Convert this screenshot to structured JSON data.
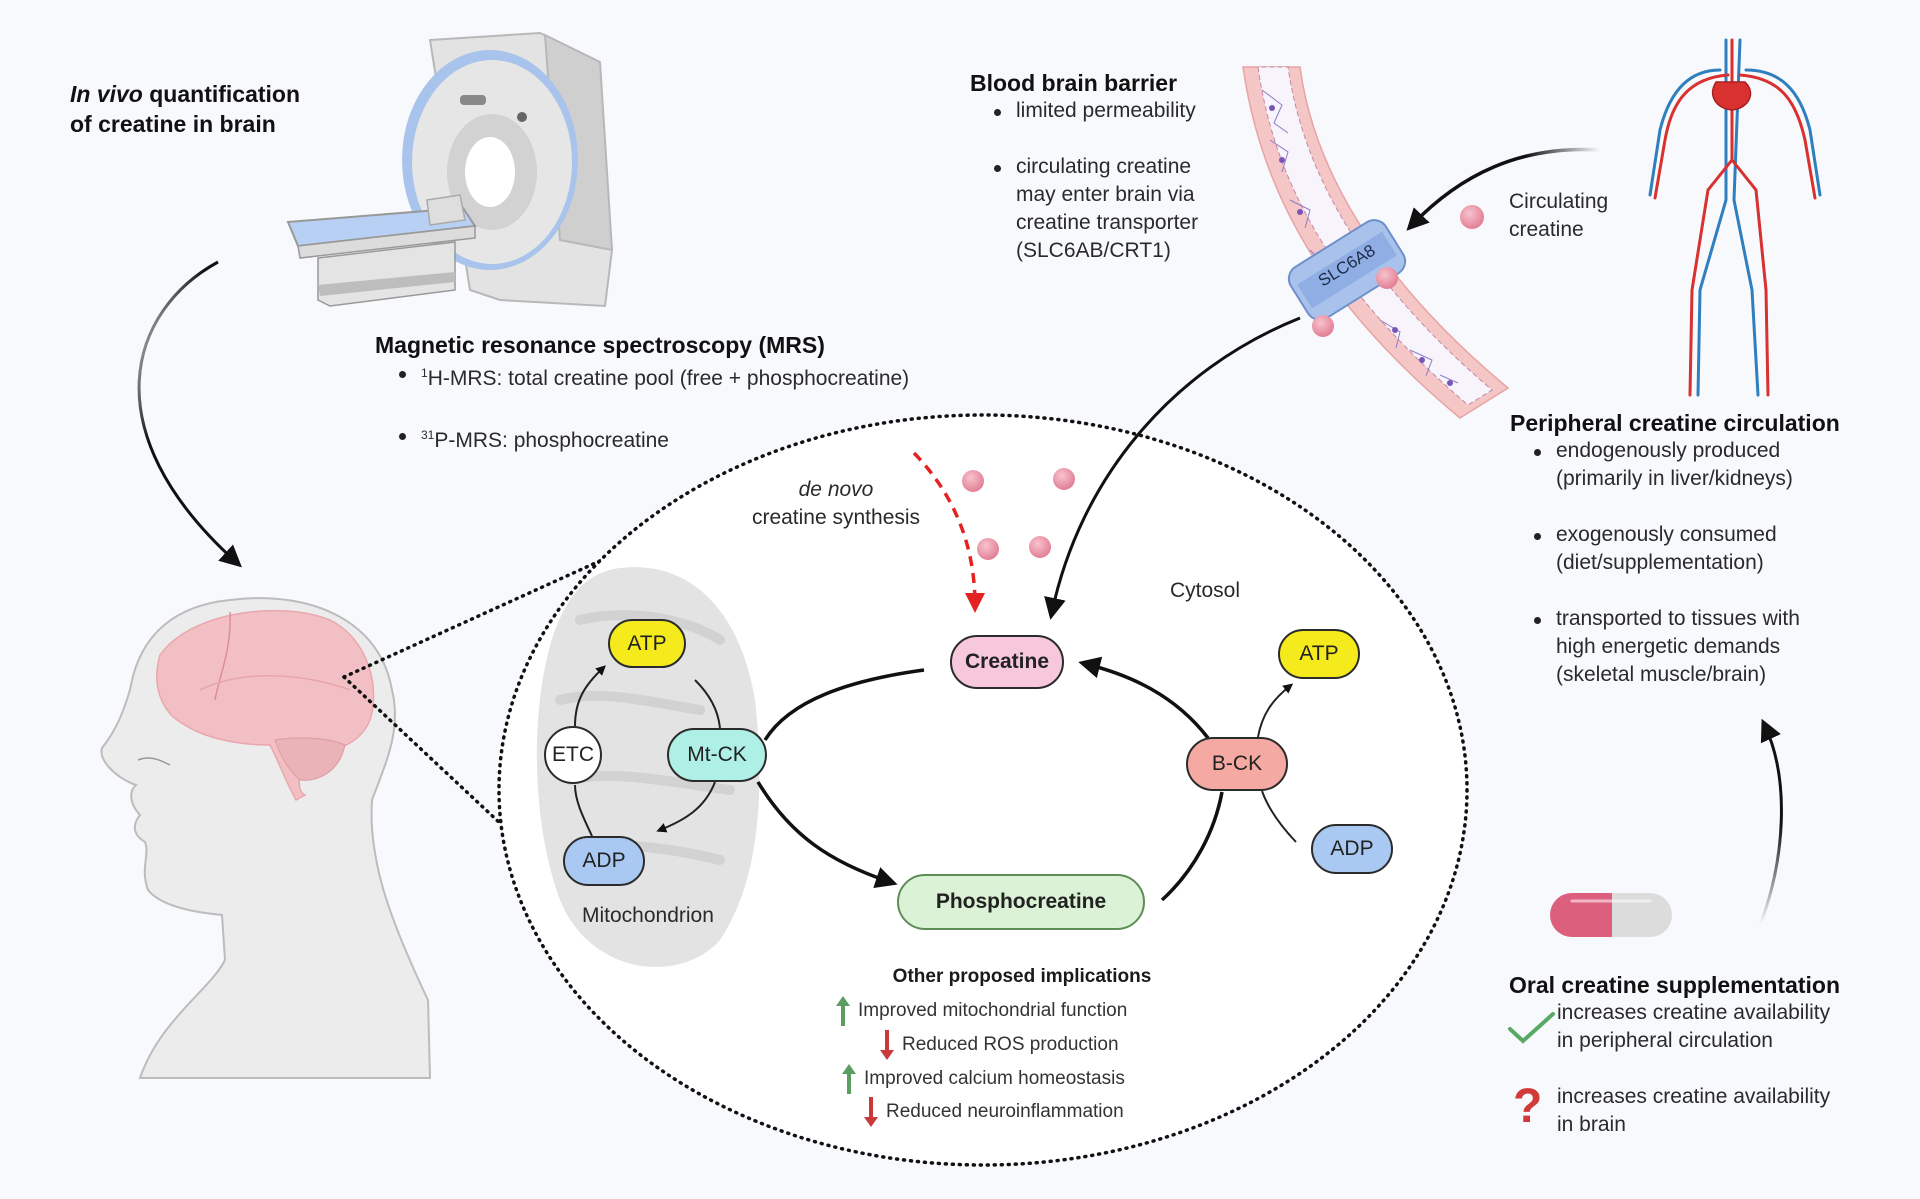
{
  "figure": {
    "mri": {
      "title_italic": "In vivo",
      "title_rest_line1": " quantification",
      "title_line2": "of creatine in brain"
    },
    "mrs": {
      "title": "Magnetic resonance spectroscopy (MRS)",
      "bullets": [
        {
          "sup": "1",
          "text": "H-MRS: total creatine pool (free + phosphocreatine)"
        },
        {
          "sup": "31",
          "text": "P-MRS: phosphocreatine"
        }
      ]
    },
    "bbb": {
      "title": "Blood brain barrier",
      "bullets": [
        "limited permeability",
        "circulating creatine",
        "may enter brain via",
        "creatine transporter",
        "(SLC6AB/CRT1)"
      ],
      "transporter_label": "SLC6A8"
    },
    "circulating": {
      "line1": "Circulating",
      "line2": "creatine"
    },
    "peripheral": {
      "title": "Peripheral creatine circulation",
      "bullets": [
        [
          "endogenously produced",
          "(primarily in liver/kidneys)"
        ],
        [
          "exogenously consumed",
          "(diet/supplementation)"
        ],
        [
          "transported to tissues with",
          "high energetic demands",
          "(skeletal muscle/brain)"
        ]
      ]
    },
    "oral": {
      "title": "Oral creatine supplementation",
      "items": [
        {
          "icon": "check-icon",
          "lines": [
            "increases creatine availability",
            "in peripheral circulation"
          ]
        },
        {
          "icon": "question-icon",
          "lines": [
            "increases creatine availability",
            "in brain"
          ]
        }
      ]
    },
    "cell": {
      "de_novo_italic": "de novo",
      "de_novo_line2": "creatine synthesis",
      "cytosol_label": "Cytosol",
      "mitochondrion_label": "Mitochondrion",
      "nodes": {
        "atp_mito": "ATP",
        "etc": "ETC",
        "mtck": "Mt-CK",
        "adp_mito": "ADP",
        "creatine": "Creatine",
        "phosphocreatine": "Phosphocreatine",
        "atp_cyto": "ATP",
        "bck": "B-CK",
        "adp_cyto": "ADP"
      },
      "implications": {
        "title": "Other proposed implications",
        "items": [
          {
            "direction": "up",
            "text": "Improved mitochondrial function"
          },
          {
            "direction": "down",
            "text": "Reduced ROS production"
          },
          {
            "direction": "up",
            "text": "Improved calcium homeostasis"
          },
          {
            "direction": "down",
            "text": "Reduced neuroinflammation"
          }
        ]
      }
    },
    "colors": {
      "background": "#f7f9fc",
      "atp": "#f5ea1c",
      "adp": "#a9c8f2",
      "mtck": "#aef0e6",
      "creatine": "#f7c7dc",
      "phosphocreatine": "#dcf2d6",
      "bck": "#f4aaa3",
      "etc": "#ffffff",
      "creatine_dot": "#e88fa2",
      "up_arrow": "#5a9e62",
      "down_arrow": "#c83a3a",
      "de_novo_arrow": "#e52222"
    }
  }
}
